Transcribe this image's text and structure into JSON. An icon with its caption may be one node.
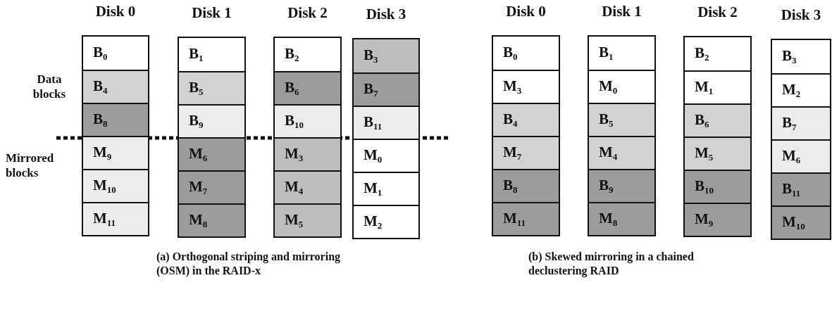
{
  "diagram": {
    "nodes": [
      {
        "text": [
          "Disk 0"
        ]
      },
      {
        "text": [
          "B$_{0}$"
        ],
        "in": 0
      },
      {
        "text": [
          "B$_{4}$"
        ],
        "in": 0
      },
      {
        "text": [
          "B$_{8}$"
        ],
        "in": 0
      },
      {
        "text": [
          "M$_{9}$"
        ],
        "in": 0
      },
      {
        "text": [
          "M$_{10}$"
        ],
        "in": 0
      },
      {
        "text": [
          "M$_{11}$"
        ],
        "in": 0
      },
      {
        "text": [
          "Disk 1"
        ]
      },
      {
        "text": [
          "B$_{1}$"
        ],
        "in": 7
      },
      {
        "text": [
          "B$_{5}$"
        ],
        "in": 7
      },
      {
        "text": [
          "B$_{9}$"
        ],
        "in": 7
      },
      {
        "text": [
          "M$_{6}$"
        ],
        "in": 7
      },
      {
        "text": [
          "M$_{7}$"
        ],
        "in": 7
      },
      {
        "text": [
          "M$_{8}$"
        ],
        "in": 7
      },
      {
        "text": [
          "Disk 2"
        ]
      },
      {
        "text": [
          "B$_{2}$"
        ],
        "in": 14
      },
      {
        "text": [
          "B$_{6}$"
        ],
        "in": 14
      },
      {
        "text": [
          "B$_{10}$"
        ],
        "in": 14
      },
      {
        "text": [
          "M$_{3}$"
        ],
        "in": 14
      },
      {
        "text": [
          "M$_{4}$"
        ],
        "in": 14
      },
      {
        "text": [
          "M$_{5}$"
        ],
        "in": 14
      },
      {
        "text": [
          "Disk 3"
        ]
      },
      {
        "text": [
          "B$_{3}$"
        ],
        "in": 21
      },
      {
        "text": [
          "B$_{7}$"
        ],
        "in": 21
      },
      {
        "text": [
          "B$_{11}$"
        ],
        "in": 21
      },
      {
        "text": [
          "M$_{0}$"
        ],
        "in": 21
      },
      {
        "text": [
          "M$_{1}$"
        ],
        "in": 21
      },
      {
        "text": [
          "M$_{2}$"
        ],
        "in": 21
      },
      {
        "text": [
          "Disk 0"
        ]
      },
      {
        "text": [
          "B$_{0}$"
        ],
        "in": 28
      },
      {
        "text": [
          "M$_{3}$"
        ],
        "in": 28
      },
      {
        "text": [
          "B$_{4}$"
        ],
        "in": 28
      },
      {
        "text": [
          "M$_{7}$"
        ],
        "in": 28
      },
      {
        "text": [
          "B$_{8}$"
        ],
        "in": 28
      },
      {
        "text": [
          "M$_{11}$"
        ],
        "in": 28
      },
      {
        "text": [
          "Disk 1"
        ]
      },
      {
        "text": [
          "B$_{1}$"
        ],
        "in": 35
      },
      {
        "text": [
          "M$_{0}$"
        ],
        "in": 35
      },
      {
        "text": [
          "B$_{5}$"
        ],
        "in": 35
      },
      {
        "text": [
          "M$_{4}$"
        ],
        "in": 35
      },
      {
        "text": [
          "B$_{9}$"
        ],
        "in": 35
      },
      {
        "text": [
          "M$_{8}$"
        ],
        "in": 35
      },
      {
        "text": [
          "Disk 2"
        ]
      },
      {
        "text": [
          "B$_{2}$"
        ],
        "in": 42
      },
      {
        "text": [
          "M$_{1}$"
        ],
        "in": 42
      },
      {
        "text": [
          "B$_{6}$"
        ],
        "in": 42
      },
      {
        "text": [
          "M$_{5}$"
        ],
        "in": 42
      },
      {
        "text": [
          "B$_{10}$"
        ],
        "in": 42
      },
      {
        "text": [
          "M$_{9}$"
        ],
        "in": 42
      },
      {
        "text": [
          "Disk 3"
        ]
      },
      {
        "text": [
          "B$_{3}$"
        ],
        "in": 49
      },
      {
        "text": [
          "M$_{2}$"
        ],
        "in": 49
      },
      {
        "text": [
          "B$_{7}$"
        ],
        "in": 49
      },
      {
        "text": [
          "M$_{6}$"
        ],
        "in": 49
      },
      {
        "text": [
          "B$_{11}$"
        ],
        "in": 49
      },
      {
        "text": [
          "M$_{10}$"
        ],
        "in": 49
      }
    ],
    "labels": [
      "Data blocks",
      "Mirrored blocks",
      "(a) Orthogonal striping and mirroring (OSM) in the RAID-x",
      "(b) Skewed mirroring in a chained declustering RAID"
    ]
  }
}
